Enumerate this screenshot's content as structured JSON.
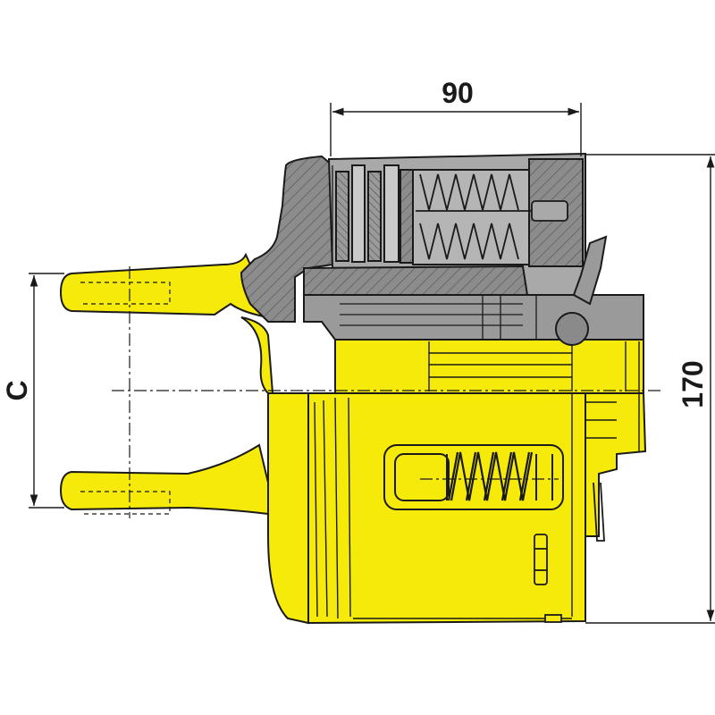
{
  "dimensions": {
    "width_label": "90",
    "height_label": "170",
    "fork_label": "C"
  },
  "colors": {
    "yellow": "#f5ea0a",
    "grey": "#8c8c8c",
    "light_grey": "#a9a9a9",
    "dark_grey": "#6e6e6e",
    "outline": "#1a1a1a"
  }
}
